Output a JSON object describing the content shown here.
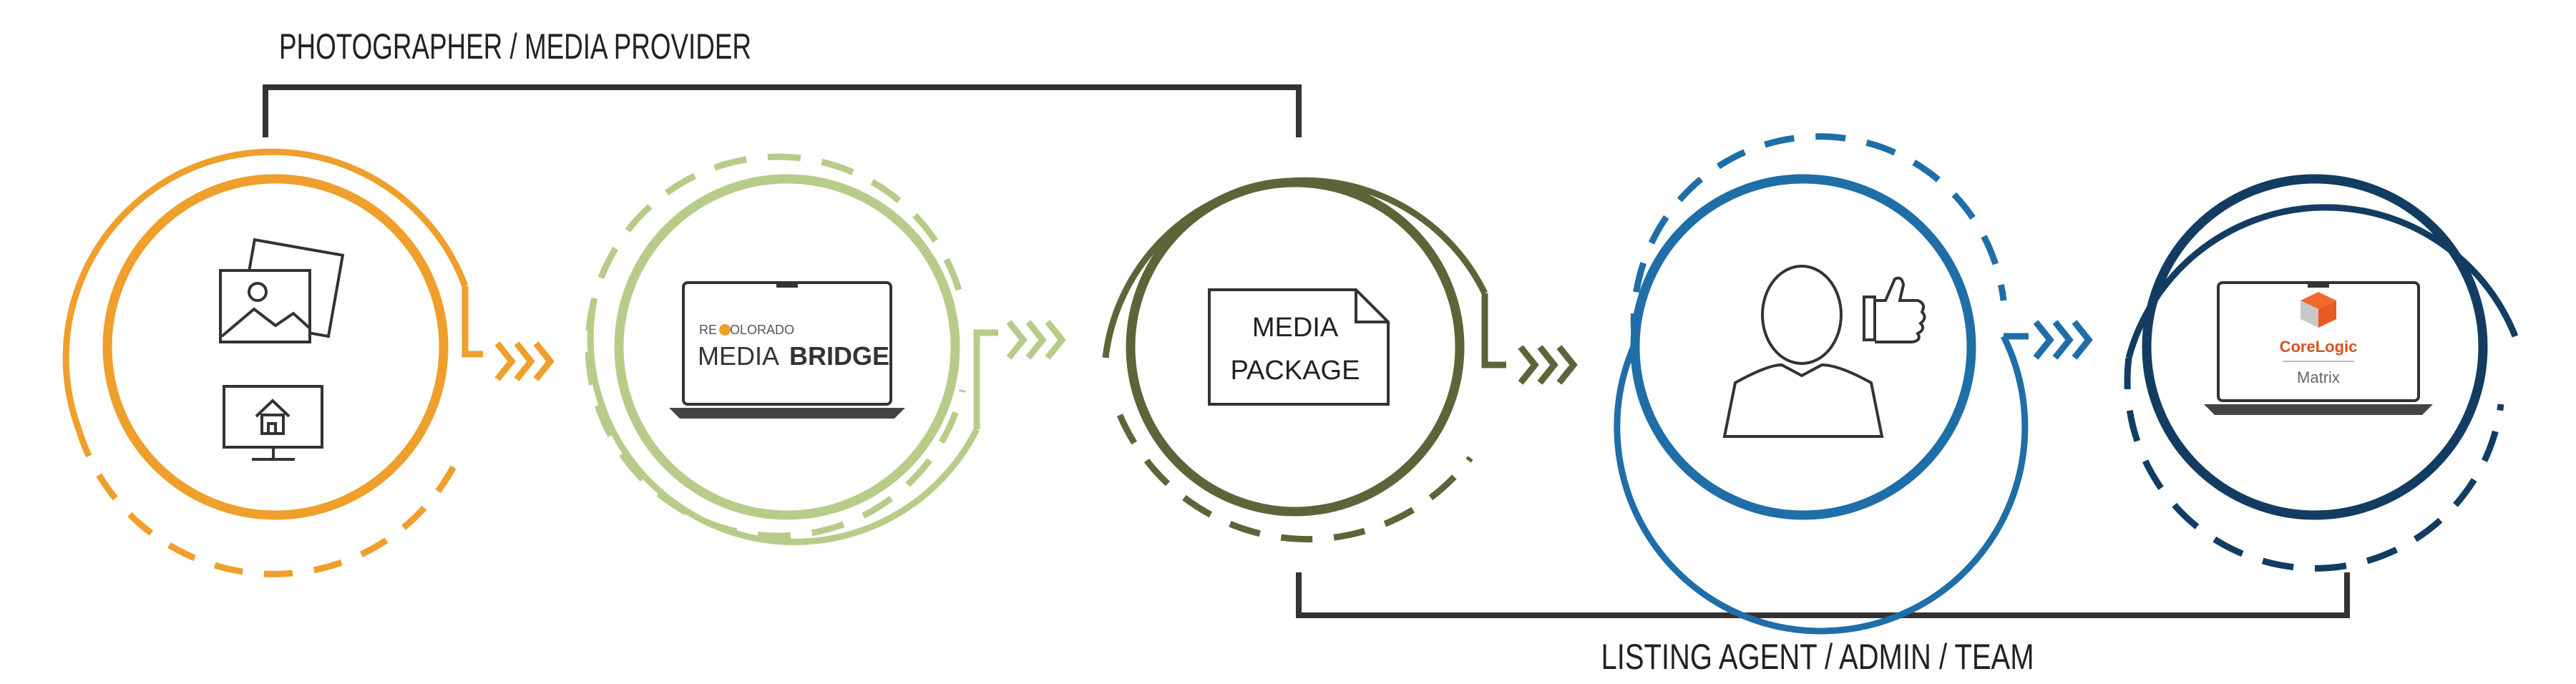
{
  "labels": {
    "top": "PHOTOGRAPHER  / MEDIA PROVIDER",
    "bottom": "LISTING AGENT  / ADMIN / TEAM"
  },
  "steps": [
    {
      "id": "capture",
      "icons": [
        "photos-icon",
        "home-monitor-icon"
      ],
      "color": "#ef9f2b"
    },
    {
      "id": "media-bridge",
      "brand_small": "RE  COLORADO",
      "brand_main": "MEDIA",
      "brand_bold": "BRIDGE",
      "color": "#b8cc8a"
    },
    {
      "id": "package",
      "line1": "MEDIA",
      "line2": "PACKAGE",
      "color": "#5e6438"
    },
    {
      "id": "agent",
      "icons": [
        "person-icon",
        "thumbs-up-icon"
      ],
      "color": "#1f6ea8"
    },
    {
      "id": "matrix",
      "brand_main": "CoreLogic",
      "brand_sub": "Matrix",
      "color": "#123c62"
    }
  ],
  "colors": {
    "orange": "#ef9f2b",
    "sage": "#b8cc8a",
    "olive": "#5e6438",
    "blue": "#1f6ea8",
    "navy": "#123c62",
    "line": "#333333"
  }
}
